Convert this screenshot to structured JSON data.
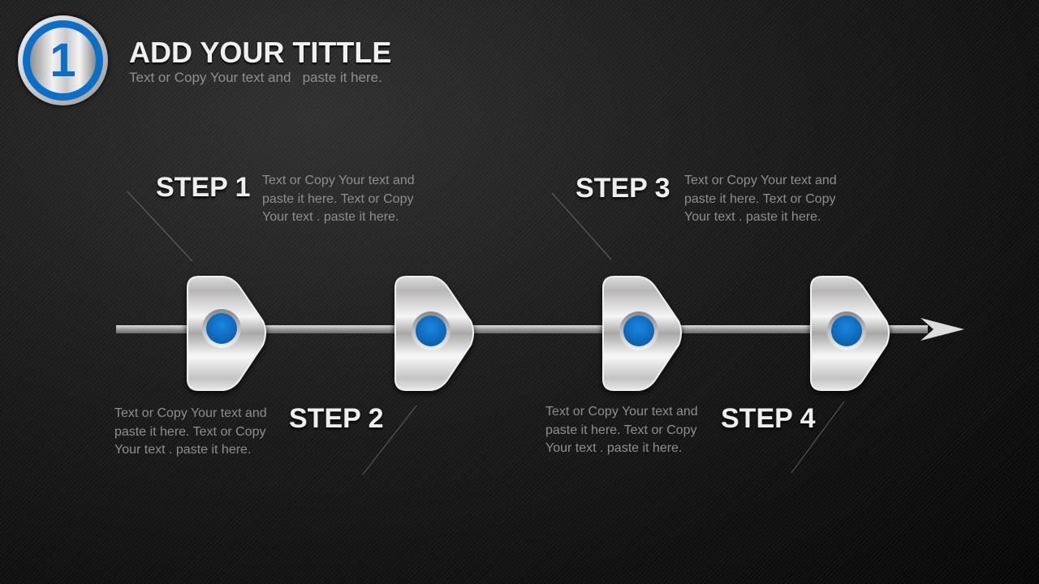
{
  "header": {
    "badge_number": "1",
    "title": "ADD YOUR TITTLE",
    "subtitle": "Text or Copy Your text and   paste it here."
  },
  "steps": [
    {
      "label": "STEP 1",
      "text": "Text or Copy Your text and paste it here. Text or Copy Your text . paste it here."
    },
    {
      "label": "STEP 2",
      "text": "Text or Copy Your text and paste it here. Text or Copy Your text . paste it here."
    },
    {
      "label": "STEP 3",
      "text": "Text or Copy Your text and paste it here. Text or Copy Your text . paste it here."
    },
    {
      "label": "STEP 4",
      "text": "Text or Copy Your text and paste it here. Text or Copy Your text . paste it here."
    }
  ],
  "colors": {
    "accent": "#0a6fc6",
    "background": "#1a1a1a"
  }
}
